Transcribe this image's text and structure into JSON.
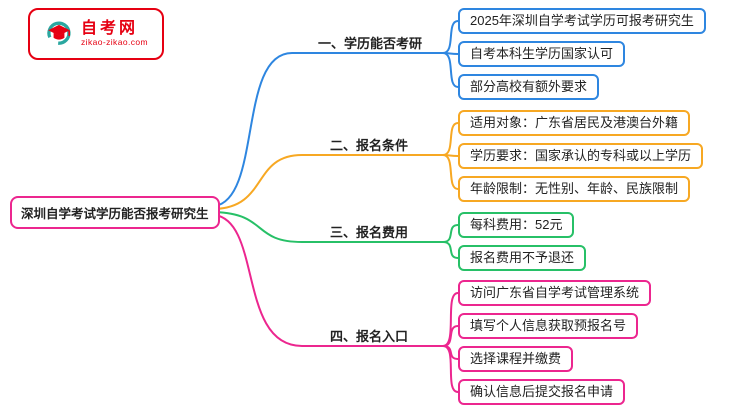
{
  "logo": {
    "title": "自考网",
    "subtitle": "zikao-zikao.com",
    "color": "#e60012",
    "icon": "graduation-cap-icon"
  },
  "root": {
    "label": "深圳自学考试学历能否报考研究生",
    "color": "#ec268f"
  },
  "branches": [
    {
      "label": "一、学历能否考研",
      "color": "#2e86e0",
      "children": [
        "2025年深圳自学考试学历可报考研究生",
        "自考本科生学历国家认可",
        "部分高校有额外要求"
      ]
    },
    {
      "label": "二、报名条件",
      "color": "#f7a823",
      "children": [
        "适用对象：广东省居民及港澳台外籍",
        "学历要求：国家承认的专科或以上学历",
        "年龄限制：无性别、年龄、民族限制"
      ]
    },
    {
      "label": "三、报名费用",
      "color": "#27c067",
      "children": [
        "每科费用：52元",
        "报名费用不予退还"
      ]
    },
    {
      "label": "四、报名入口",
      "color": "#ec268f",
      "children": [
        "访问广东省自学考试管理系统",
        "填写个人信息获取预报名号",
        "选择课程并缴费",
        "确认信息后提交报名申请"
      ]
    }
  ]
}
